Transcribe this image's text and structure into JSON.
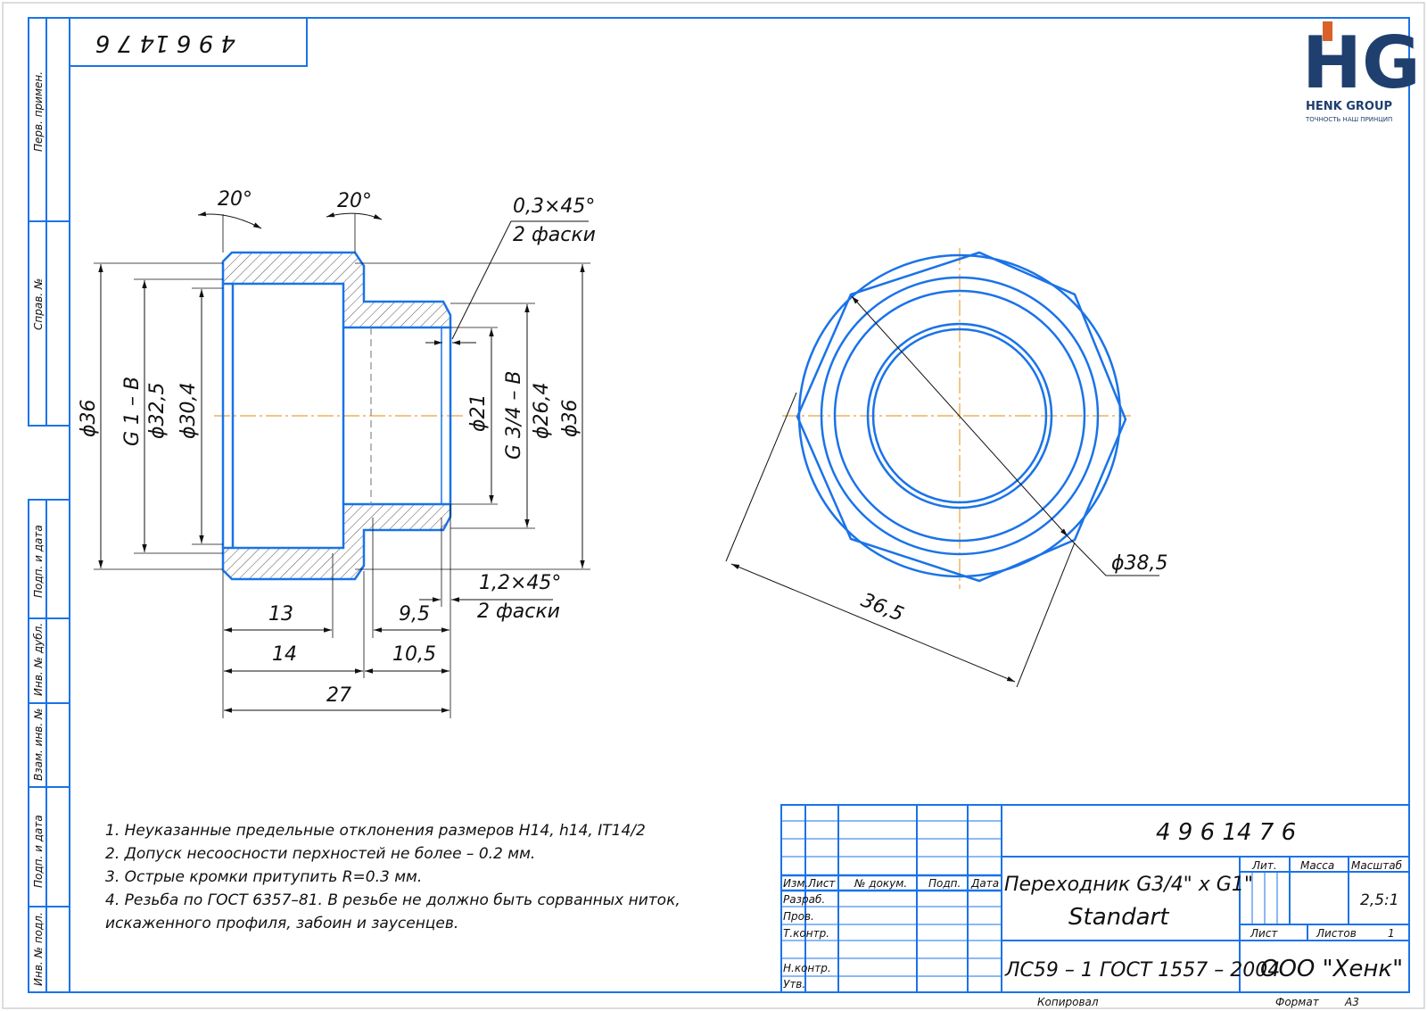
{
  "doc_number": "4961476",
  "doc_number_spaced": "4 9 6 14 7 6",
  "logo": {
    "mark": "HG",
    "brand": "HENK GROUP",
    "slogan": "ТОЧНОСТЬ НАШ ПРИНЦИП",
    "color_blue": "#1f3f6e",
    "color_orange": "#d9622b"
  },
  "side_labels": [
    "Перв. примен.",
    "Справ. №",
    "Подп. и дата",
    "Инв. № дубл.",
    "Взам. инв. №",
    "Подп. и дата",
    "Инв. № подл."
  ],
  "dims_left": {
    "angle_left": "20°",
    "angle_right": "20°",
    "chamfer_top_1": "0,3×45°",
    "chamfer_top_2": "2 фаски",
    "d36_left": "ϕ36",
    "g1": "G 1 – B",
    "d325": "ϕ32,5",
    "d304": "ϕ30,4",
    "d21": "ϕ21",
    "g34": "G 3/4 – B",
    "d264": "ϕ26,4",
    "d36_right": "ϕ36",
    "chamfer_bot_1": "1,2×45°",
    "chamfer_bot_2": "2 фаски",
    "len13": "13",
    "len95": "9,5",
    "len14": "14",
    "len105": "10,5",
    "len27": "27"
  },
  "dims_right": {
    "d385": "ϕ38,5",
    "across_flats": "36,5"
  },
  "notes": [
    "1. Неуказанные предельные отклонения размеров H14, h14, IT14/2",
    "2. Допуск несоосности перхностей не более – 0.2 мм.",
    "3. Острые кромки притупить R=0.3 мм.",
    "4. Резьба по ГОСТ 6357–81. В резьбе не должно быть сорванных ниток,",
    "искаженного профиля, забоин и заусенцев."
  ],
  "title_block": {
    "hdr_izm": "Изм.",
    "hdr_list": "Лист",
    "hdr_docnum": "№ докум.",
    "hdr_podp": "Подп.",
    "hdr_data": "Дата",
    "razrab": "Разраб.",
    "prov": "Пров.",
    "tkontr": "Т.контр.",
    "nkontr": "Н.контр.",
    "utv": "Утв.",
    "name_1": "Переходник G3/4\" x G1\"",
    "name_2": "Standart",
    "lit": "Лит.",
    "massa": "Масса",
    "masshtab": "Масштаб",
    "scale": "2,5:1",
    "list_lbl": "Лист",
    "listov_lbl": "Листов",
    "listov_val": "1",
    "material": "ЛС59 – 1 ГОСТ 1557 – 2004",
    "company": "ООО \"Хенк\"",
    "kopiroval": "Копировал",
    "format_lbl": "Формат",
    "format_val": "А3"
  },
  "colors": {
    "frame": "#1a73e8",
    "axis": "#e8a33a",
    "line": "#111111"
  }
}
